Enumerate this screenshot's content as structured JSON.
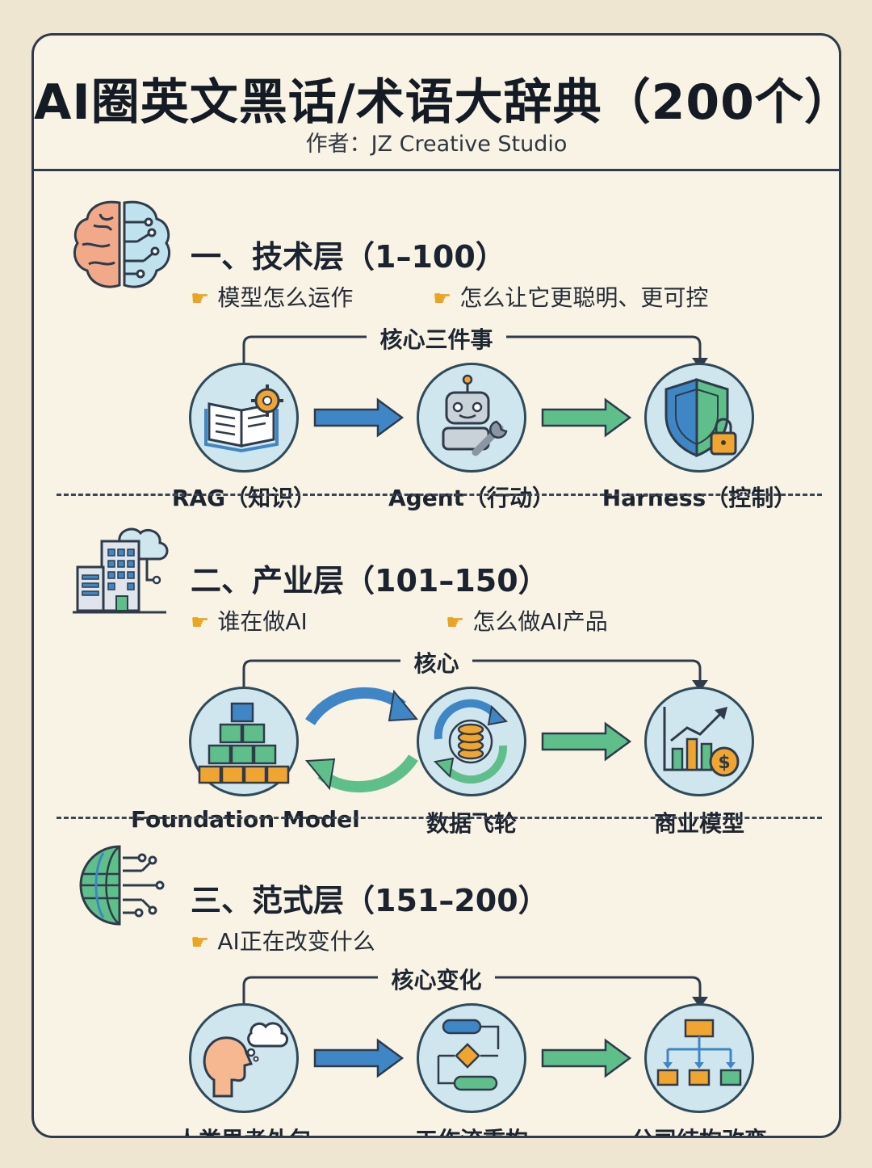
{
  "header": {
    "title": "AI圈英文黑话/术语大辞典（200个）",
    "author": "作者：JZ Creative Studio"
  },
  "sections": [
    {
      "title": "一、技术层（1–100）",
      "bullets": [
        "模型怎么运作",
        "怎么让它更聪明、更可控"
      ],
      "core": "核心三件事",
      "nodes": [
        "RAG（知识）",
        "Agent（行动）",
        "Harness（控制）"
      ]
    },
    {
      "title": "二、产业层（101–150）",
      "bullets": [
        "谁在做AI",
        "怎么做AI产品"
      ],
      "core": "核心",
      "nodes": [
        "Foundation Model",
        "数据飞轮",
        "商业模型"
      ]
    },
    {
      "title": "三、范式层（151–200）",
      "bullets": [
        "AI正在改变什么"
      ],
      "core": "核心变化",
      "nodes": [
        "人类思考外包",
        "工作流重构",
        "公司结构改变"
      ]
    }
  ],
  "icons": {
    "section1": "brain-circuit-icon",
    "section2": "building-cloud-icon",
    "section3": "globe-network-icon",
    "bullet": "pointing-hand-icon",
    "nodes1": [
      "book-gear-icon",
      "robot-wrench-icon",
      "shield-lock-icon"
    ],
    "nodes2": [
      "cubes-icon",
      "data-flywheel-icon",
      "chart-dollar-icon"
    ],
    "nodes3": [
      "head-thought-icon",
      "workflow-icon",
      "org-chart-icon"
    ]
  },
  "colors": {
    "blue_arrow": "#3f86c6",
    "green_arrow": "#5fbf8a",
    "circle_fill": "#cfe6ef",
    "outline": "#2f3b4a",
    "accent_orange": "#f0a531"
  }
}
